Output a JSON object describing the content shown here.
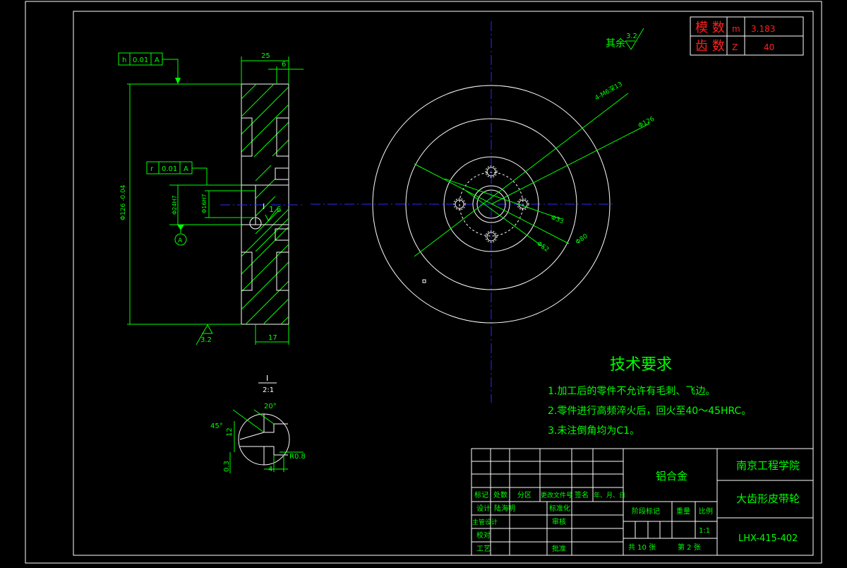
{
  "colors": {
    "background": "#000000",
    "frame": "#ffffff",
    "dimension": "#00ff00",
    "centerline": "#2a2aff",
    "gear_table": "#ff2020"
  },
  "gear_table": {
    "rows": [
      {
        "label": "模 数",
        "symbol": "m",
        "value": "3.183"
      },
      {
        "label": "齿 数",
        "symbol": "Z",
        "value": "40"
      }
    ]
  },
  "surface_note": {
    "label": "其余",
    "value": "3.2"
  },
  "section_view": {
    "tolerance_top": {
      "symbol": "h",
      "value": "0.01",
      "datum": "A"
    },
    "tolerance_mid": {
      "symbol": "r",
      "value": "0.01",
      "datum": "A"
    },
    "dim_width": "25",
    "dim_small": "6",
    "dim_bottom": "17",
    "dim_outer_dia": "Φ126 -0.04",
    "dim_bore_1": "Φ24H7",
    "dim_bore_2": "Φ16H7",
    "datum_label": "A",
    "detail_marker": "I",
    "roughness_inner": "1.6",
    "roughness_bottom": "3.2"
  },
  "front_view": {
    "dim_holes": "4-M6深13",
    "dim_126": "Φ126",
    "dim_33": "Φ33",
    "dim_52": "Φ52",
    "dim_80": "Φ80"
  },
  "detail_view": {
    "title": "I",
    "scale": "2:1",
    "angle_20": "20°",
    "angle_45": "45°",
    "dim_12": "12",
    "dim_03": "0.3",
    "dim_4": "4",
    "radius": "R0.8"
  },
  "tech_requirements": {
    "title": "技术要求",
    "items": [
      "1.加工后的零件不允许有毛刺、飞边。",
      "2.零件进行高频淬火后，回火至40～45HRC。",
      "3.未注倒角均为C1。"
    ]
  },
  "title_block": {
    "material": "铝合金",
    "school": "南京工程学院",
    "part_name": "大齿形皮带轮",
    "drawing_no": "LHX-415-402",
    "headers": {
      "mark": "标记",
      "count": "处数",
      "zone": "分区",
      "change_doc": "更改文件号",
      "sign": "签名",
      "date": "年、月、日"
    },
    "roles": {
      "design": "设计",
      "std": "标准化",
      "chief": "主管设计",
      "review": "审核",
      "check": "校对",
      "process": "工艺",
      "approve": "批准"
    },
    "designer": "陆海明",
    "stage": "阶段标记",
    "weight": "重量",
    "scale_label": "比例",
    "scale": "1:1",
    "sheets_total": "共 10 张",
    "sheet_no": "第 2 张"
  }
}
